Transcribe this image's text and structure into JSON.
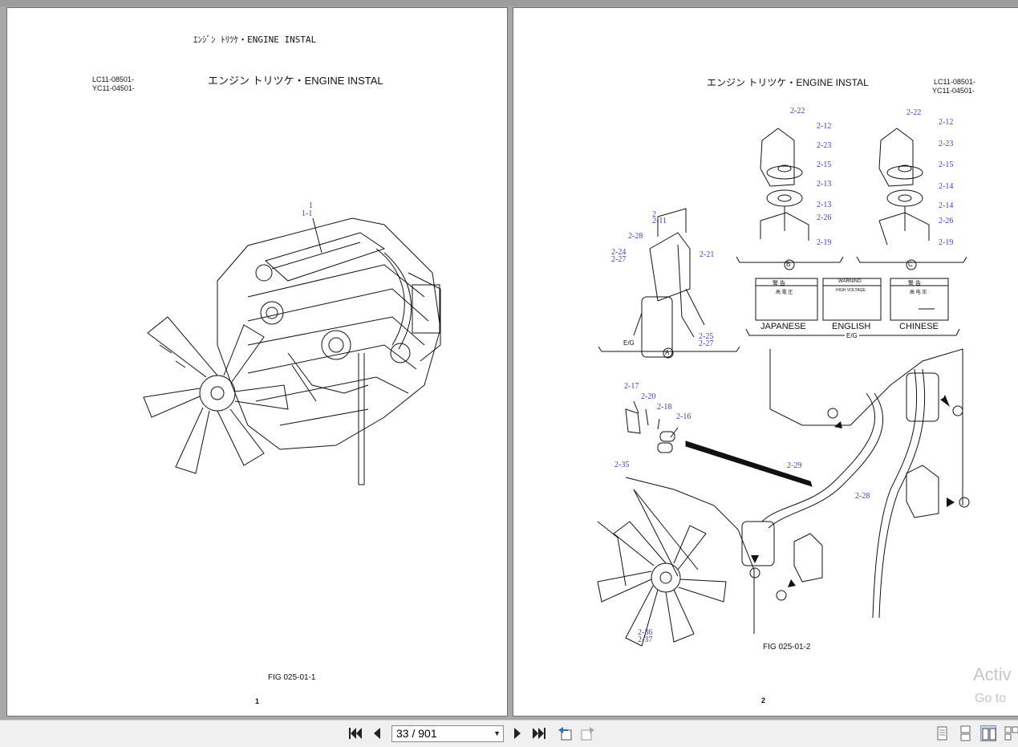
{
  "viewer": {
    "page_indicator": "33 / 901",
    "watermark_line1": "Activ",
    "watermark_line2": "Go to"
  },
  "page1": {
    "header_title": "ｴﾝｼﾞﾝ ﾄﾘﾂｹ・ENGINE INSTAL",
    "serial_1": "LC11-08501-",
    "serial_2": "YC11-04501-",
    "title": "エンジン トリツケ・ENGINE INSTAL",
    "callout_a": "1",
    "callout_b": "1-1",
    "figure_caption": "FIG 025-01-1",
    "page_number": "1"
  },
  "page2": {
    "title": "エンジン トリツケ・ENGINE INSTAL",
    "serial_1": "LC11-08501-",
    "serial_2": "YC11-04501-",
    "figure_caption": "FIG 025-01-2",
    "page_number": "2",
    "label_jp": "JAPANESE",
    "label_en": "ENGLISH",
    "label_cn": "CHINESE",
    "label_eg": "E/G",
    "label_eg2": "E/G",
    "warn_jp": "警 告",
    "warn_en": "WARNING",
    "warn_cn": "警 告",
    "warn_jp_sub": "高 電 圧",
    "warn_en_sub": "HIGH VOLTAGE",
    "warn_cn_sub": "高 电 压",
    "view_a": "A",
    "view_b": "B",
    "view_c": "C",
    "callouts": {
      "c_2_22a": "2-22",
      "c_2_12a": "2-12",
      "c_2_23a": "2-23",
      "c_2_15a": "2-15",
      "c_2_13a": "2-13",
      "c_2_13b": "2-13",
      "c_2_26a": "2-26",
      "c_2_19a": "2-19",
      "c_2_22b": "2-22",
      "c_2_12b": "2-12",
      "c_2_23b": "2-23",
      "c_2_15b": "2-15",
      "c_2_14a": "2-14",
      "c_2_14b": "2-14",
      "c_2_26b": "2-26",
      "c_2_19b": "2-19",
      "c_2": "2",
      "c_2_11": "2-11",
      "c_2_28a": "2-28",
      "c_2_24": "2-24",
      "c_2_27a": "2-27",
      "c_2_21": "2-21",
      "c_2_25": "2-25",
      "c_2_27b": "2-27",
      "c_2_17": "2-17",
      "c_2_20": "2-20",
      "c_2_18": "2-18",
      "c_2_16": "2-16",
      "c_2_35": "2-35",
      "c_2_29": "2-29",
      "c_2_28b": "2-28",
      "c_2_36": "2-36",
      "c_2_37": "2-37"
    }
  }
}
